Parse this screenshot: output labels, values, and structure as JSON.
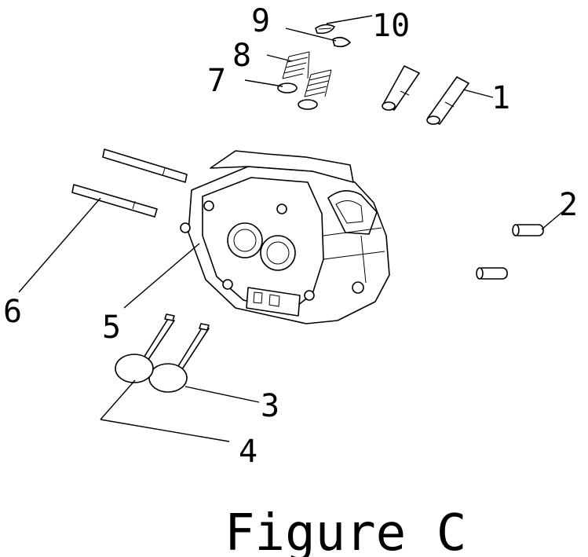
{
  "figure": {
    "caption": "Figure C",
    "callouts": [
      "1",
      "2",
      "3",
      "4",
      "5",
      "6",
      "7",
      "8",
      "9",
      "10"
    ]
  }
}
